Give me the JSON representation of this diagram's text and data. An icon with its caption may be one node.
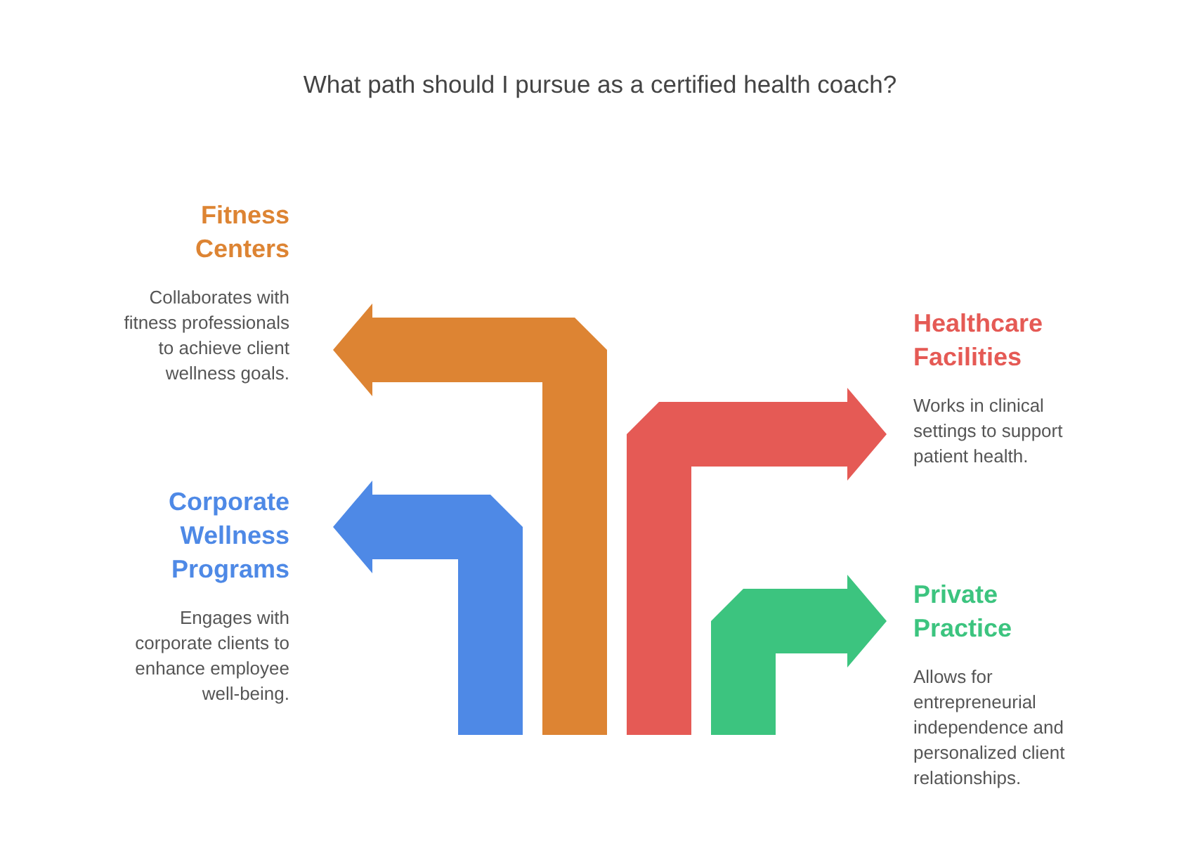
{
  "diagram": {
    "title": "What path should I pursue as a certified health coach?",
    "nodes": [
      {
        "text": [
          "Fitness Centers",
          "Collaborates with fitness professionals to achieve client wellness goals."
        ]
      },
      {
        "text": [
          "Healthcare Facilities",
          "Works in clinical settings to support patient health."
        ]
      },
      {
        "text": [
          "Corporate Wellness Programs",
          "Engages with corporate clients to enhance employee well-being."
        ]
      },
      {
        "text": [
          "Private Practice",
          "Allows for entrepreneurial independence and personalized client relationships."
        ]
      }
    ],
    "edges": [
      {
        "from": null,
        "to": 0,
        "arrow": "to",
        "color": "#dd8433"
      },
      {
        "from": null,
        "to": 1,
        "arrow": "to",
        "color": "#e55a55"
      },
      {
        "from": null,
        "to": 2,
        "arrow": "to",
        "color": "#4e89e6"
      },
      {
        "from": null,
        "to": 3,
        "arrow": "to",
        "color": "#3cc47f"
      }
    ]
  }
}
